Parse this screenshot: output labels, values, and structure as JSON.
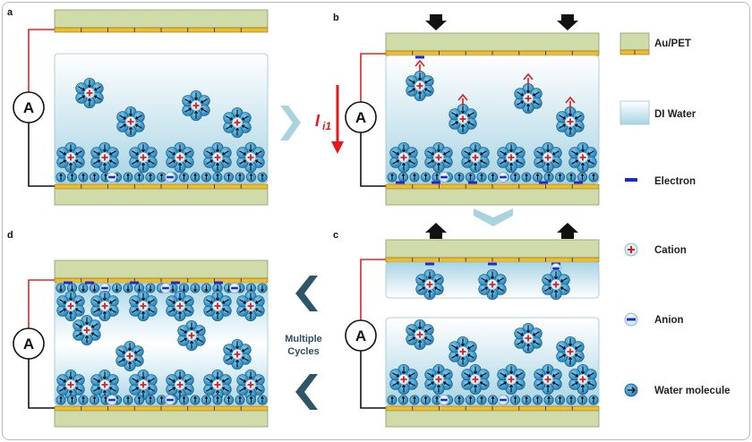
{
  "panels": {
    "a": "a",
    "b": "b",
    "c": "c",
    "d": "d"
  },
  "ammeter_label": "A",
  "current_label": {
    "symbol": "I",
    "subscript": "i1"
  },
  "multiple_cycles": [
    "Multiple",
    "Cycles"
  ],
  "legend": {
    "au_pet": "Au/PET",
    "di_water": "DI Water",
    "electron": "Electron",
    "cation": "Cation",
    "anion": "Anion",
    "water_molecule": "Water molecule"
  },
  "colors": {
    "pet": "#cfdcaa",
    "gold": "#f1bc2a",
    "water_top": "#ffffff",
    "water_bottom": "#a9d4e4",
    "circuit_red": "#d8282a",
    "electron": "#1a2bd6",
    "cation_red": "#e0191e",
    "molecule_blue": "#2a8fc7",
    "arrow_light": "#a9d3e0",
    "arrow_dark": "#2f5667"
  }
}
